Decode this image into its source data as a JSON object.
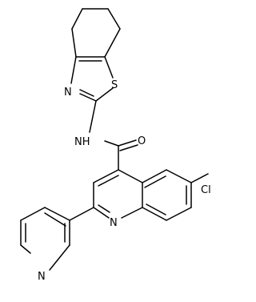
{
  "molecule": {
    "atoms": {
      "S": "S",
      "N_thiazole": "N",
      "NH": "NH",
      "O": "O",
      "Cl": "Cl",
      "N_quinoline": "N",
      "N_pyridine": "N"
    }
  }
}
